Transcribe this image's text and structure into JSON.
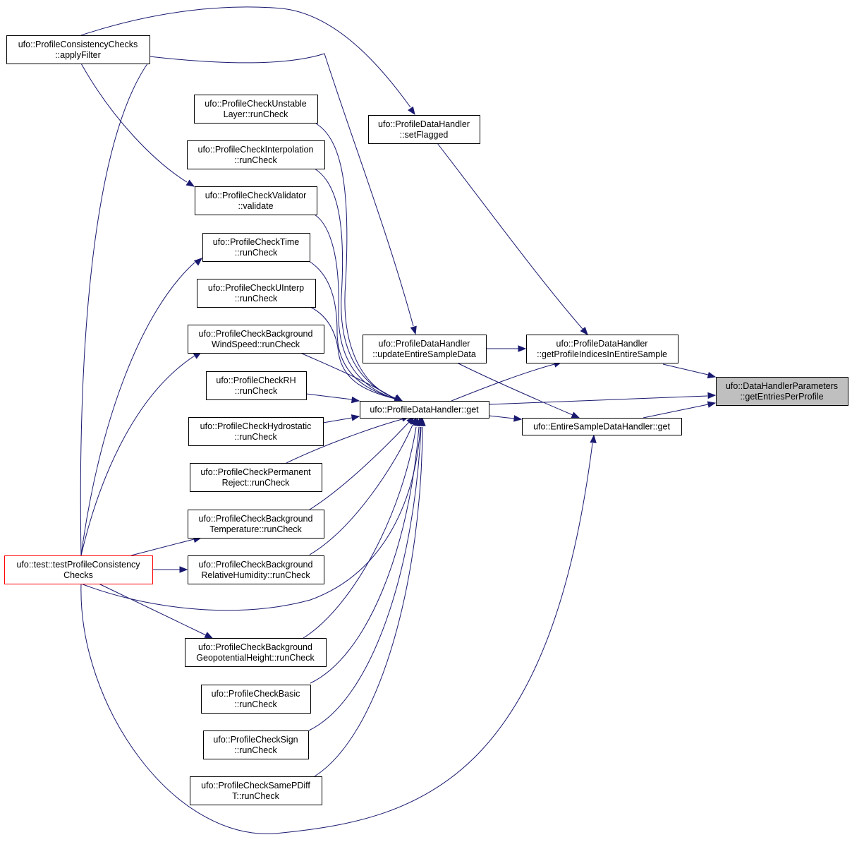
{
  "colors": {
    "edge": "#191970",
    "focus_fill": "#bfbfbf",
    "highlight_border": "#ff0000"
  },
  "nodes": {
    "applyFilter": [
      "ufo::ProfileConsistencyChecks",
      "::applyFilter"
    ],
    "unstableLayer": [
      "ufo::ProfileCheckUnstable",
      "Layer::runCheck"
    ],
    "interpolation": [
      "ufo::ProfileCheckInterpolation",
      "::runCheck"
    ],
    "validator": [
      "ufo::ProfileCheckValidator",
      "::validate"
    ],
    "time": [
      "ufo::ProfileCheckTime",
      "::runCheck"
    ],
    "uinterp": [
      "ufo::ProfileCheckUInterp",
      "::runCheck"
    ],
    "bgWindSpeed": [
      "ufo::ProfileCheckBackground",
      "WindSpeed::runCheck"
    ],
    "rh": [
      "ufo::ProfileCheckRH",
      "::runCheck"
    ],
    "hydrostatic": [
      "ufo::ProfileCheckHydrostatic",
      "::runCheck"
    ],
    "permanentReject": [
      "ufo::ProfileCheckPermanent",
      "Reject::runCheck"
    ],
    "bgTemperature": [
      "ufo::ProfileCheckBackground",
      "Temperature::runCheck"
    ],
    "bgRelHumidity": [
      "ufo::ProfileCheckBackground",
      "RelativeHumidity::runCheck"
    ],
    "bgGeopotential": [
      "ufo::ProfileCheckBackground",
      "GeopotentialHeight::runCheck"
    ],
    "basic": [
      "ufo::ProfileCheckBasic",
      "::runCheck"
    ],
    "sign": [
      "ufo::ProfileCheckSign",
      "::runCheck"
    ],
    "samePDiffT": [
      "ufo::ProfileCheckSamePDiff",
      "T::runCheck"
    ],
    "testProfile": [
      "ufo::test::testProfileConsistency",
      "Checks"
    ],
    "setFlagged": [
      "ufo::ProfileDataHandler",
      "::setFlagged"
    ],
    "updateEntire": [
      "ufo::ProfileDataHandler",
      "::updateEntireSampleData"
    ],
    "pdhGet": [
      "ufo::ProfileDataHandler::get"
    ],
    "getIndices": [
      "ufo::ProfileDataHandler",
      "::getProfileIndicesInEntireSample"
    ],
    "esdhGet": [
      "ufo::EntireSampleDataHandler::get"
    ],
    "focus": [
      "ufo::DataHandlerParameters",
      "::getEntriesPerProfile"
    ]
  }
}
